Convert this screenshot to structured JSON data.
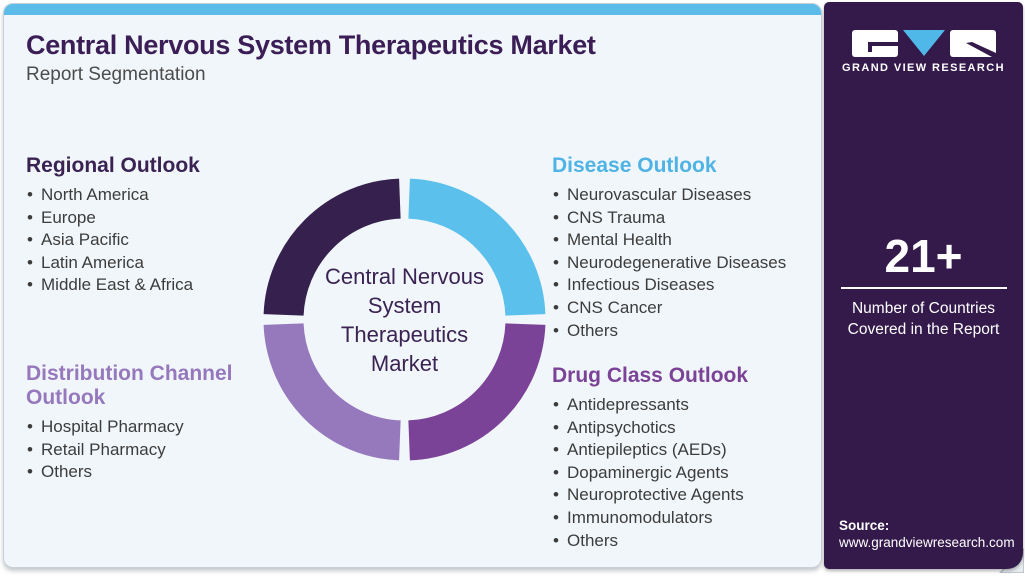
{
  "page": {
    "title": "Central Nervous System Therapeutics Market",
    "subtitle": "Report Segmentation"
  },
  "colors": {
    "top_bar": "#5BBCEA",
    "card_bg": "#F1F6FA",
    "title_text": "#3A1E55",
    "body_text": "#3C3C3C",
    "sidebar_bg": "#341A4B",
    "logo_accent_blue": "#4FB8E8"
  },
  "sections": [
    {
      "heading": "Regional Outlook",
      "color": "#3A2353",
      "items": [
        "North America",
        "Europe",
        "Asia Pacific",
        "Latin America",
        "Middle East & Africa"
      ]
    },
    {
      "heading": "Disease Outlook",
      "color": "#4FB3E5",
      "items": [
        "Neurovascular Diseases",
        "CNS Trauma",
        "Mental Health",
        "Neurodegenerative Diseases",
        "Infectious Diseases",
        "CNS Cancer",
        "Others"
      ]
    },
    {
      "heading": "Distribution Channel Outlook",
      "color": "#9678BC",
      "items": [
        "Hospital Pharmacy",
        "Retail Pharmacy",
        "Others"
      ]
    },
    {
      "heading": "Drug Class Outlook",
      "color": "#7B4397",
      "items": [
        "Antidepressants",
        "Antipsychotics",
        "Antiepileptics (AEDs)",
        "Dopaminergic Agents",
        "Neuroprotective Agents",
        "Immunomodulators",
        "Others"
      ]
    }
  ],
  "donut": {
    "center_label_lines": [
      "Central Nervous",
      "System",
      "Therapeutics",
      "Market"
    ],
    "segments": [
      {
        "label": "Disease Outlook",
        "color": "#5BC0EC",
        "value": 25
      },
      {
        "label": "Drug Class Outlook",
        "color": "#7B4397",
        "value": 25
      },
      {
        "label": "Distribution Channel Outlook",
        "color": "#9678BC",
        "value": 25
      },
      {
        "label": "Regional Outlook",
        "color": "#35204E",
        "value": 25
      }
    ]
  },
  "sidebar": {
    "logo_text": "GRAND VIEW RESEARCH",
    "stat_value": "21+",
    "stat_label": "Number of Countries Covered in the Report",
    "source_label": "Source:",
    "source_url": "www.grandviewresearch.com"
  }
}
